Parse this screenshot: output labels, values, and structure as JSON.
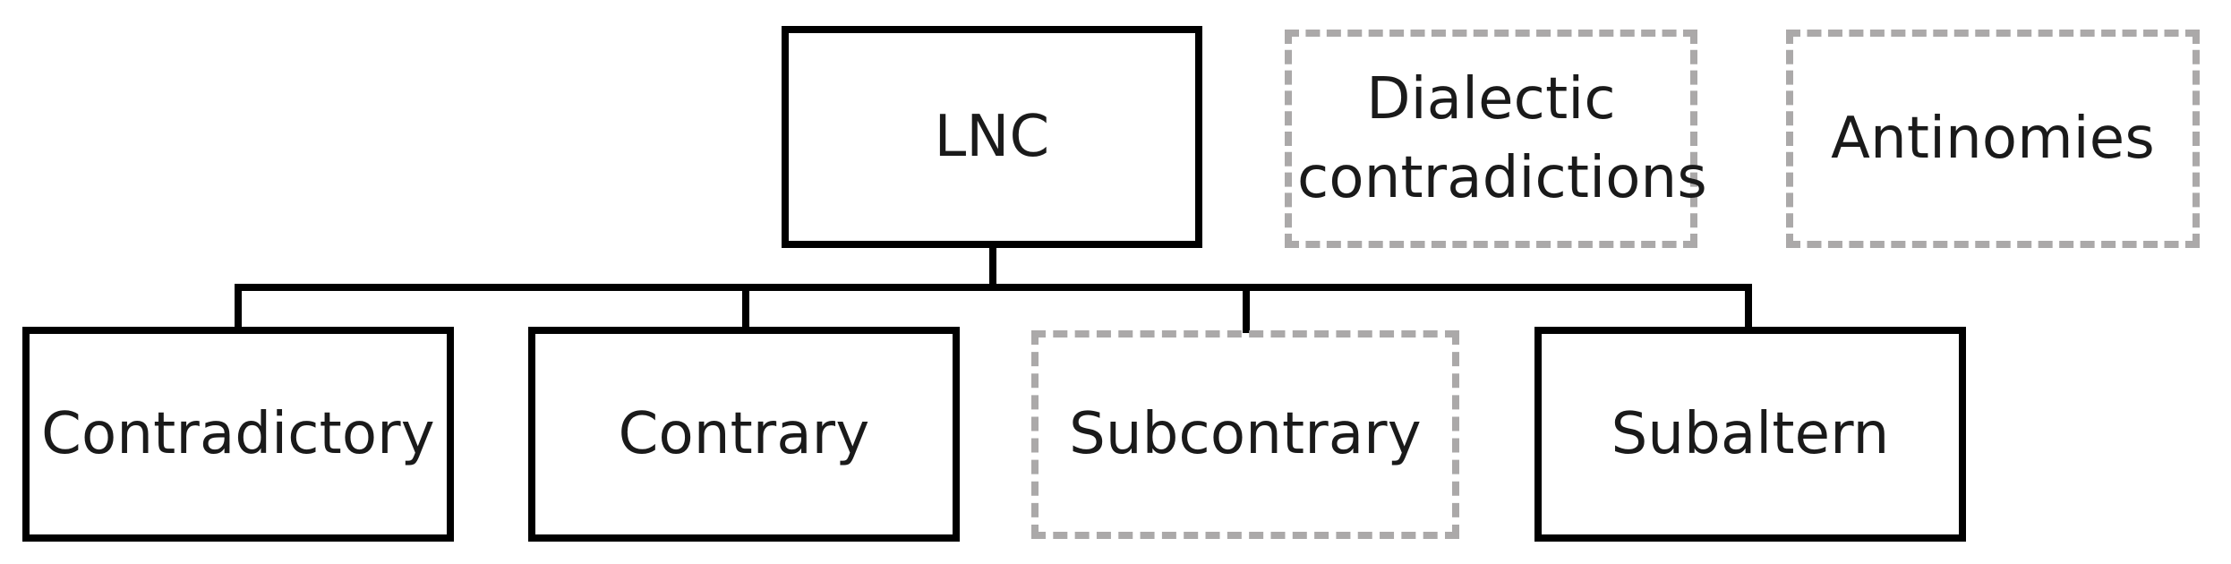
{
  "diagram": {
    "title": "LNC contradiction taxonomy",
    "colors": {
      "solid_border": "#000000",
      "dashed_border": "#aba9a9",
      "text": "#1a1a1a",
      "background": "#ffffff",
      "connector": "#000000"
    },
    "nodes": {
      "root": {
        "label": "LNC",
        "style": "solid"
      },
      "peer_dialectic": {
        "label": "Dialectic\ncontradictions",
        "style": "dashed"
      },
      "peer_antinomies": {
        "label": "Antinomies",
        "style": "dashed"
      },
      "child_contradictory": {
        "label": "Contradictory",
        "style": "solid"
      },
      "child_contrary": {
        "label": "Contrary",
        "style": "solid"
      },
      "child_subcontrary": {
        "label": "Subcontrary",
        "style": "dashed"
      },
      "child_subaltern": {
        "label": "Subaltern",
        "style": "solid"
      }
    },
    "edges": [
      {
        "from": "root",
        "to": "child_contradictory"
      },
      {
        "from": "root",
        "to": "child_contrary"
      },
      {
        "from": "root",
        "to": "child_subcontrary"
      },
      {
        "from": "root",
        "to": "child_subaltern"
      }
    ]
  }
}
